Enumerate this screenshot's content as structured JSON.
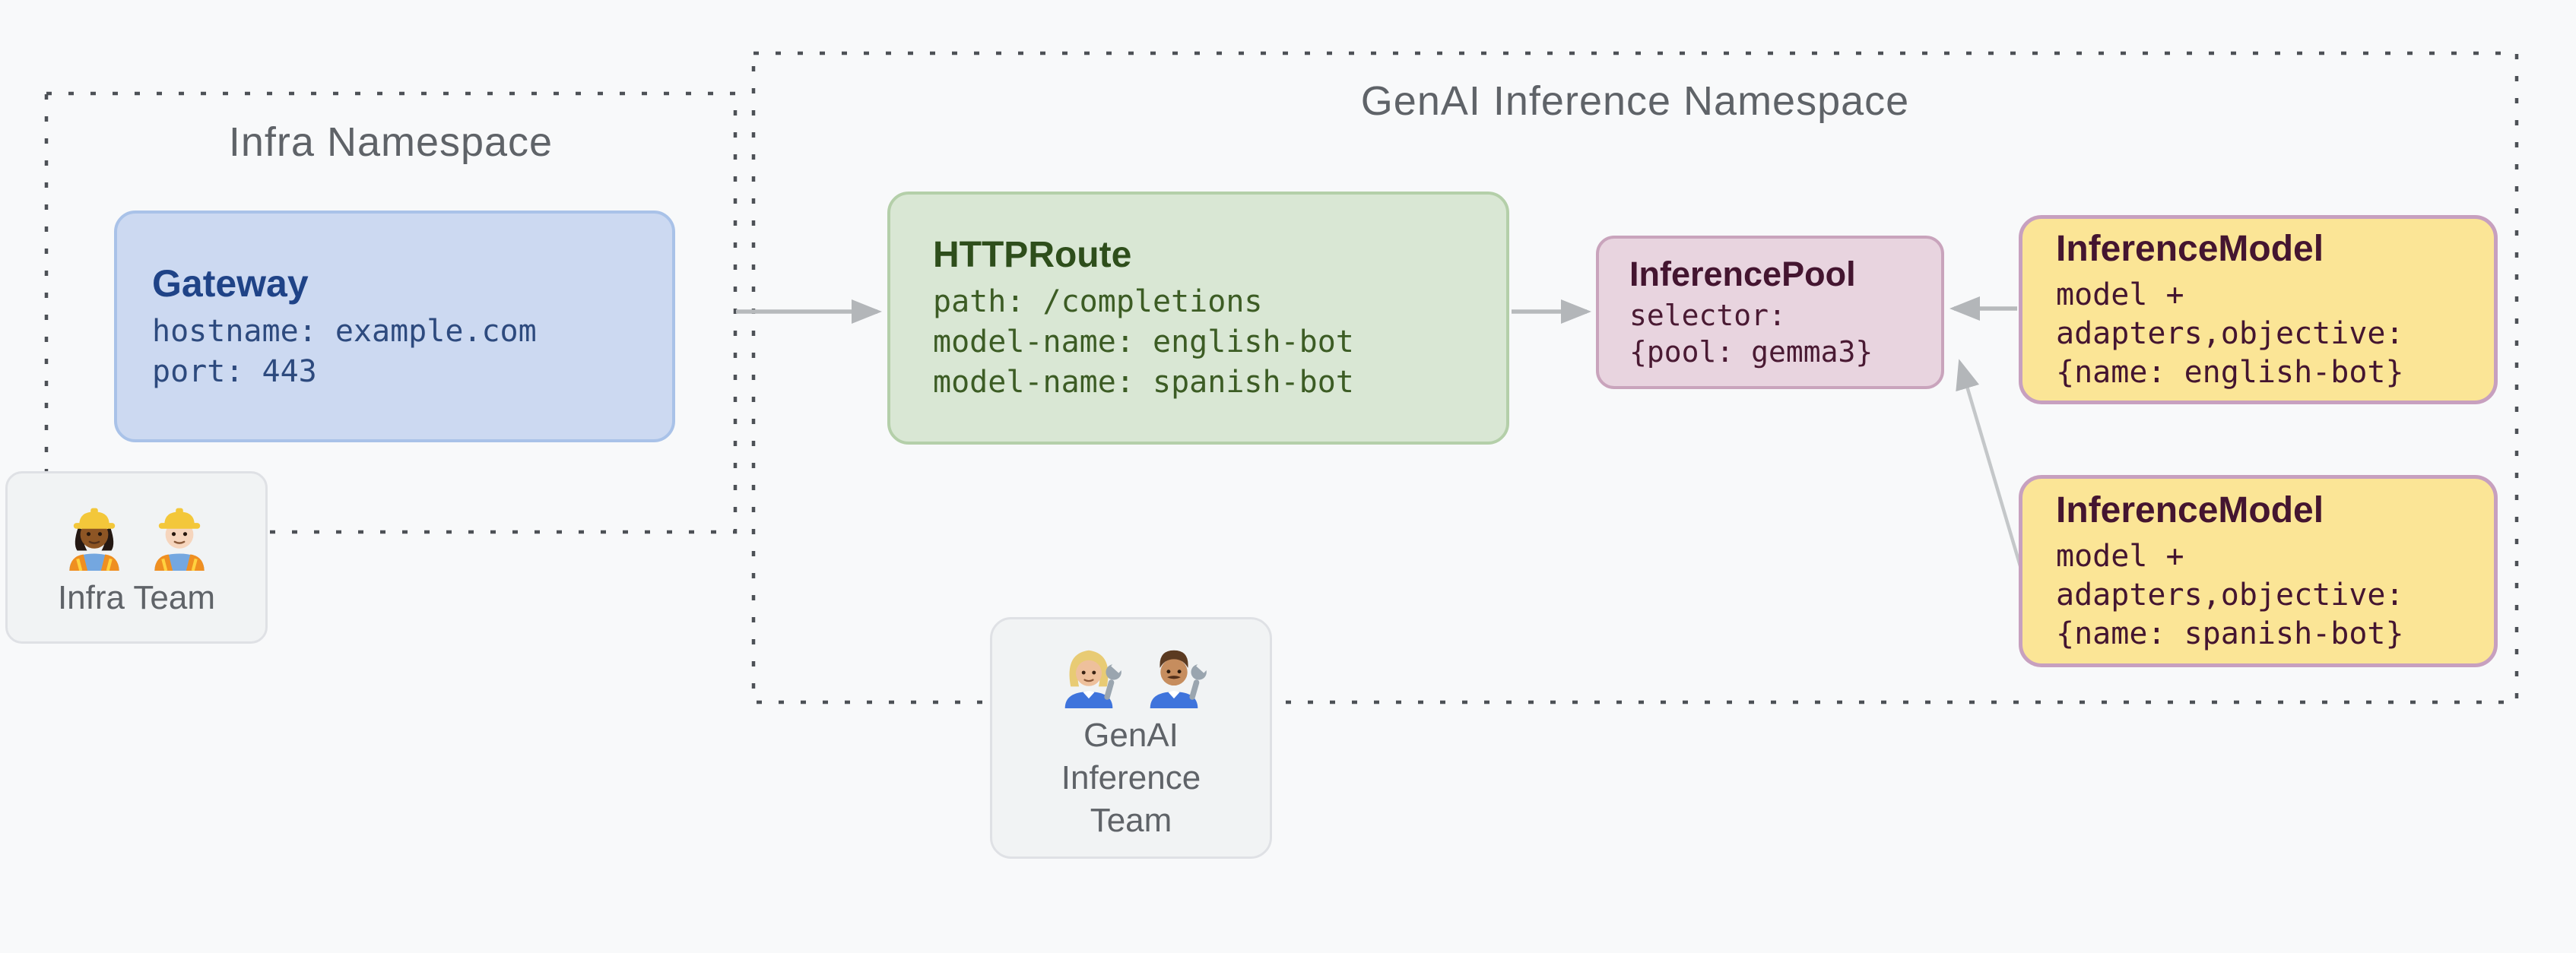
{
  "infra_namespace": {
    "title": "Infra Namespace",
    "gateway": {
      "title": "Gateway",
      "lines": [
        "hostname: example.com",
        "port: 443"
      ]
    }
  },
  "genai_namespace": {
    "title": "GenAI Inference Namespace",
    "httproute": {
      "title": "HTTPRoute",
      "lines": [
        "path: /completions",
        "model-name: english-bot",
        "model-name: spanish-bot"
      ]
    },
    "inference_pool": {
      "title": "InferencePool",
      "lines": [
        "selector:",
        "{pool: gemma3}"
      ]
    },
    "inference_models": [
      {
        "title": "InferenceModel",
        "lines": [
          "model +",
          "adapters,objective:",
          "{name: english-bot}"
        ]
      },
      {
        "title": "InferenceModel",
        "lines": [
          "model +",
          "adapters,objective:",
          "{name: spanish-bot}"
        ]
      }
    ]
  },
  "teams": {
    "infra": {
      "label": "Infra Team",
      "icons": [
        "woman-construction-worker",
        "man-construction-worker"
      ]
    },
    "genai": {
      "label": "GenAI Inference Team",
      "icons": [
        "woman-mechanic",
        "man-mechanic"
      ]
    }
  },
  "colors": {
    "background": "#f8f9fa",
    "namespace_title": "#5f6368",
    "namespace_dots": "#4d5156",
    "arrow": "#b7babc",
    "gateway_fill": "#ccd9f1",
    "gateway_border": "#a9c2e8",
    "gateway_text": "#1f4387",
    "httproute_fill": "#d9e7d4",
    "httproute_border": "#b4cfa9",
    "httproute_text": "#2e4e1b",
    "inference_pool_fill": "#e8d4df",
    "inference_pool_border": "#c9a4bc",
    "inference_pool_text": "#441530",
    "inference_model_fill": "#fbe596",
    "inference_model_border": "#c7a0bf",
    "inference_model_text": "#441530",
    "team_fill": "#f1f3f4",
    "team_border": "#dfe1e5",
    "team_text": "#5f6368"
  }
}
